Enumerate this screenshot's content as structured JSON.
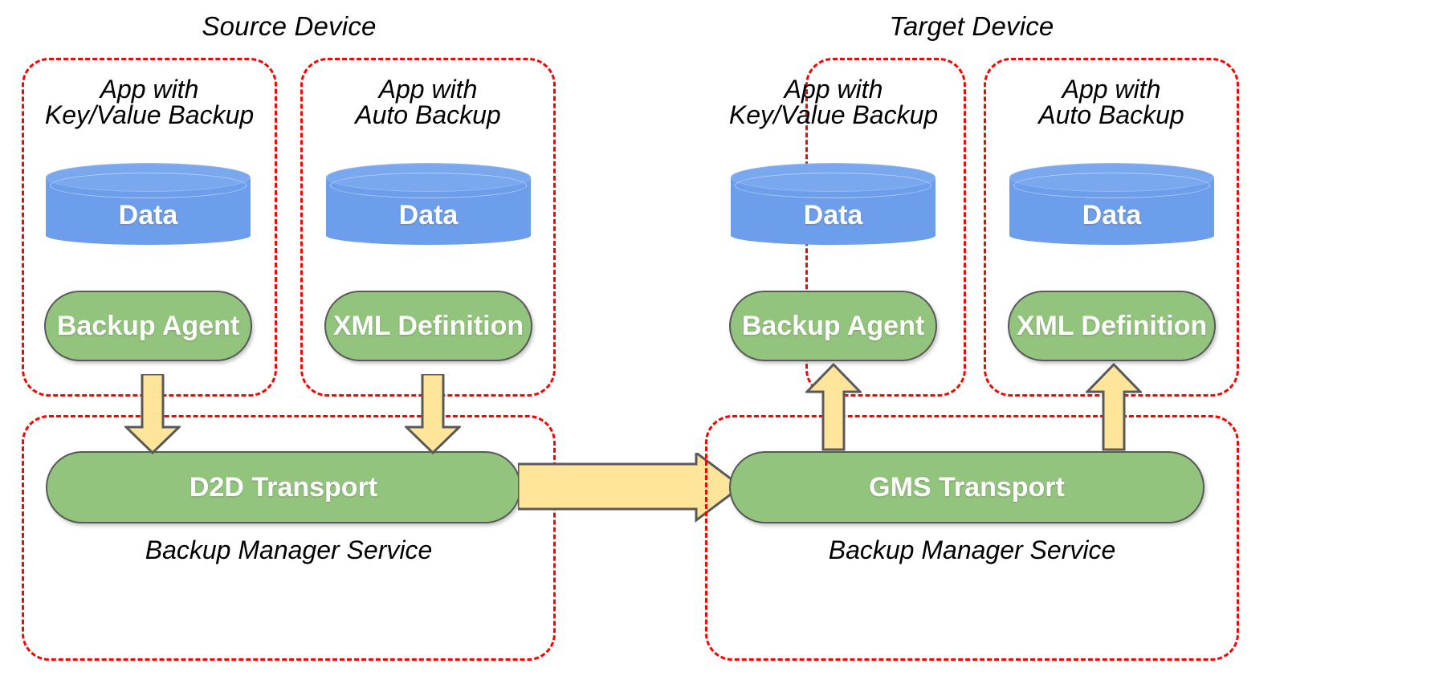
{
  "diagram": {
    "title_left": "Source Device",
    "title_right": "Target Device",
    "colors": {
      "dashed_border": "#ff0000",
      "cylinder_blue": "#6d9eeb",
      "pill_green": "#93c47d",
      "arrow_yellow": "#ffe599",
      "shape_stroke": "#595959",
      "text_white": "#ffffff",
      "text_black": "#000000",
      "background": "#ffffff"
    }
  },
  "source_device": {
    "label": "Source Device",
    "apps": [
      {
        "title_line1": "App with",
        "title_line2": "Key/Value Backup",
        "data_label": "Data",
        "component_label": "Backup Agent"
      },
      {
        "title_line1": "App with",
        "title_line2": "Auto Backup",
        "data_label": "Data",
        "component_label": "XML Definition"
      }
    ],
    "service": {
      "transport_label": "D2D Transport",
      "service_label": "Backup Manager Service"
    }
  },
  "target_device": {
    "label": "Target Device",
    "apps": [
      {
        "title_line1": "App with",
        "title_line2": "Key/Value Backup",
        "data_label": "Data",
        "component_label": "Backup Agent"
      },
      {
        "title_line1": "App with",
        "title_line2": "Auto Backup",
        "data_label": "Data",
        "component_label": "XML Definition"
      }
    ],
    "service": {
      "transport_label": "GMS Transport",
      "service_label": "Backup Manager Service"
    }
  },
  "arrows": [
    {
      "name": "source-kv-agent-to-d2d",
      "direction": "down"
    },
    {
      "name": "source-auto-xml-to-d2d",
      "direction": "down"
    },
    {
      "name": "d2d-to-gms",
      "direction": "right"
    },
    {
      "name": "gms-to-target-kv-agent",
      "direction": "up"
    },
    {
      "name": "gms-to-target-auto-xml",
      "direction": "up"
    }
  ]
}
